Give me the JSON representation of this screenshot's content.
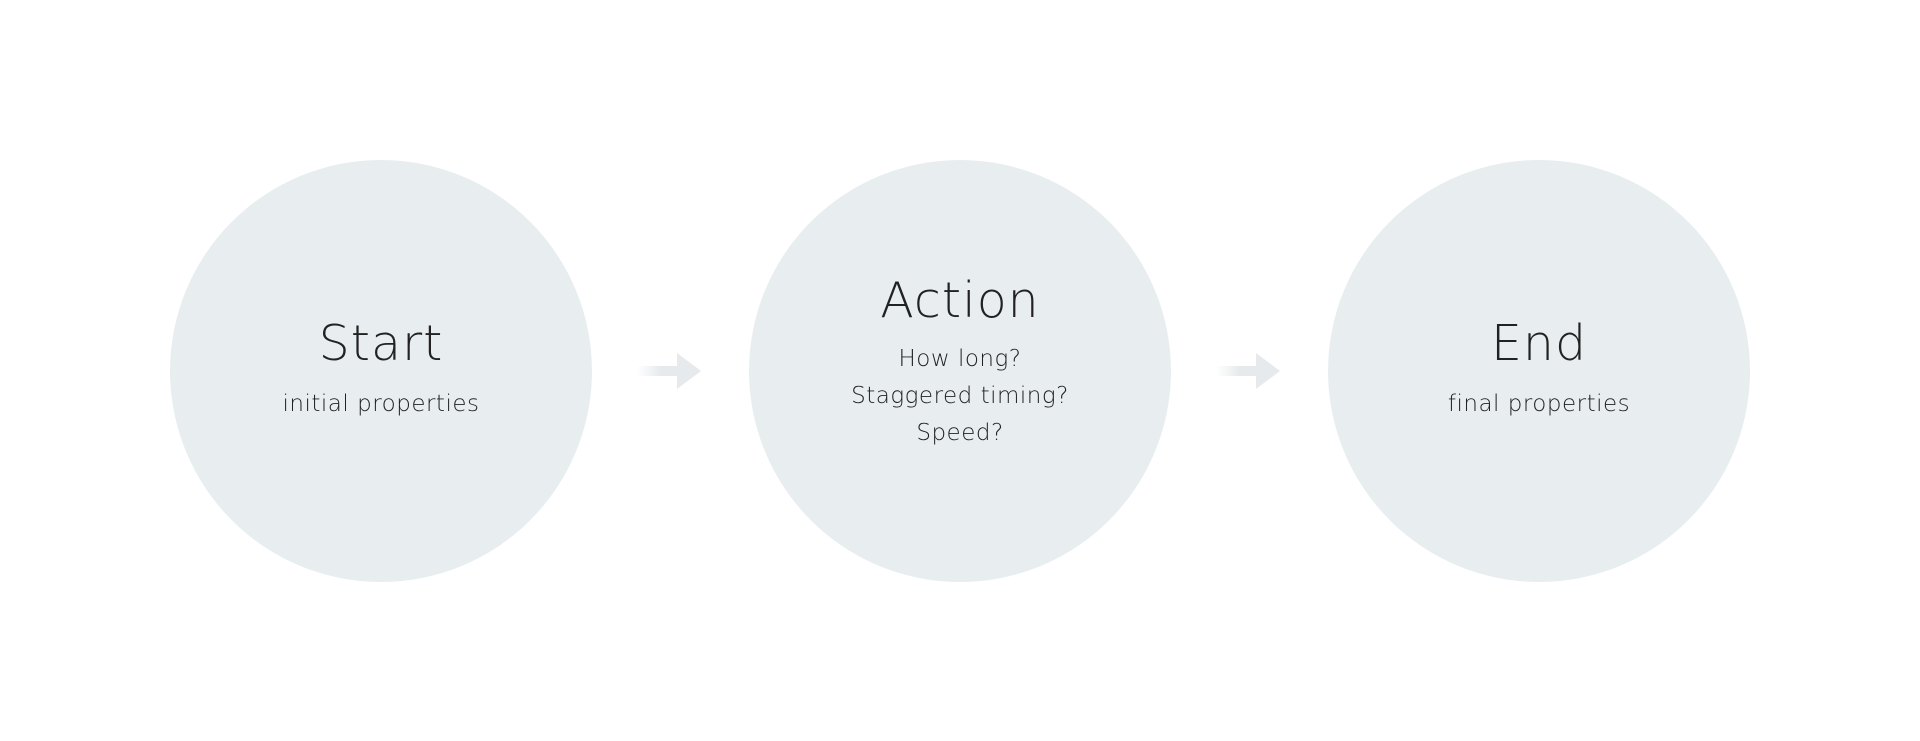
{
  "steps": [
    {
      "title": "Start",
      "lines": [
        "initial properties"
      ]
    },
    {
      "title": "Action",
      "lines": [
        "How long?",
        "Staggered timing?",
        "Speed?"
      ]
    },
    {
      "title": "End",
      "lines": [
        "final properties"
      ]
    }
  ],
  "colors": {
    "circle_fill": "#e8eef0",
    "text": "#222222",
    "arrow": "#e6eaec",
    "background": "#ffffff"
  },
  "icons": {
    "connector": "right-arrow-icon"
  }
}
